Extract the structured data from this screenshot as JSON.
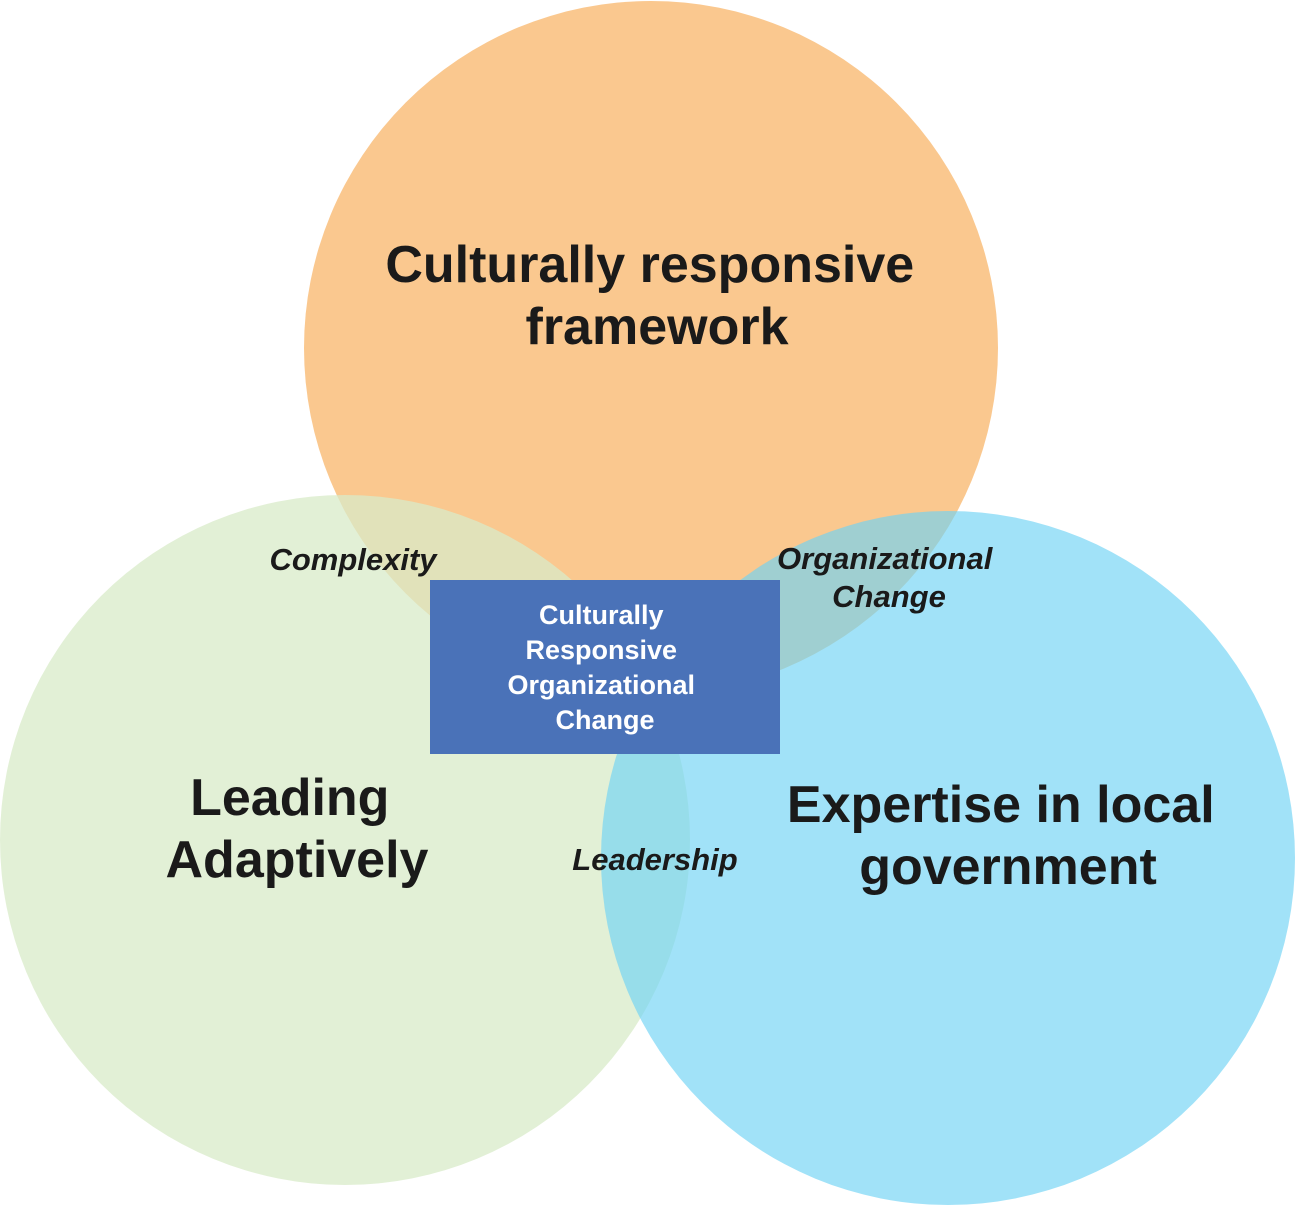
{
  "sets": {
    "framework": {
      "label_lines": [
        "Culturally responsive",
        "framework"
      ],
      "color": "#f8b56a"
    },
    "leading": {
      "label_lines": [
        "Leading",
        "Adaptively"
      ],
      "color": "#d8ebc8"
    },
    "expertise": {
      "label_lines": [
        "Expertise in local",
        "government"
      ],
      "color": "#6fd3f5"
    }
  },
  "overlaps": {
    "framework_leading": {
      "label_lines": [
        "Complexity"
      ]
    },
    "framework_expertise": {
      "label_lines": [
        "Organizational",
        "Change"
      ]
    },
    "leading_expertise": {
      "label_lines": [
        "Leadership"
      ]
    }
  },
  "center": {
    "label_lines": [
      "Culturally",
      "Responsive",
      "Organizational",
      "Change"
    ],
    "color": "#4a72b8"
  }
}
